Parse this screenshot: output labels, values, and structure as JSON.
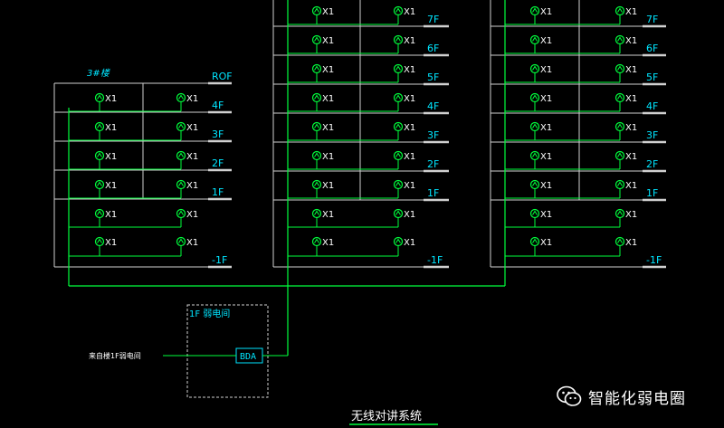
{
  "diagram": {
    "antenna_label": "X1",
    "buildings": [
      {
        "id": "b3",
        "title": "3#楼",
        "floors": [
          "ROF",
          "4F",
          "3F",
          "2F",
          "1F",
          "-1F"
        ]
      },
      {
        "id": "bmid",
        "title": "",
        "floors": [
          "7F",
          "6F",
          "5F",
          "4F",
          "3F",
          "2F",
          "1F",
          "-1F"
        ]
      },
      {
        "id": "bright",
        "title": "",
        "floors": [
          "7F",
          "6F",
          "5F",
          "4F",
          "3F",
          "2F",
          "1F",
          "-1F"
        ]
      }
    ],
    "equipment_room_title": "1F 弱电间",
    "bda_label": "BDA",
    "source_label": "来自楼1F弱电间",
    "system_title": "无线对讲系统"
  },
  "watermark": {
    "text": "智能化弱电圈",
    "icon": "wechat-icon"
  },
  "colors": {
    "background": "#000000",
    "cable": "#00ff3c",
    "cyan_text": "#00e5ff",
    "frame": "#d0d0d0",
    "antenna": "#00ff3c"
  }
}
